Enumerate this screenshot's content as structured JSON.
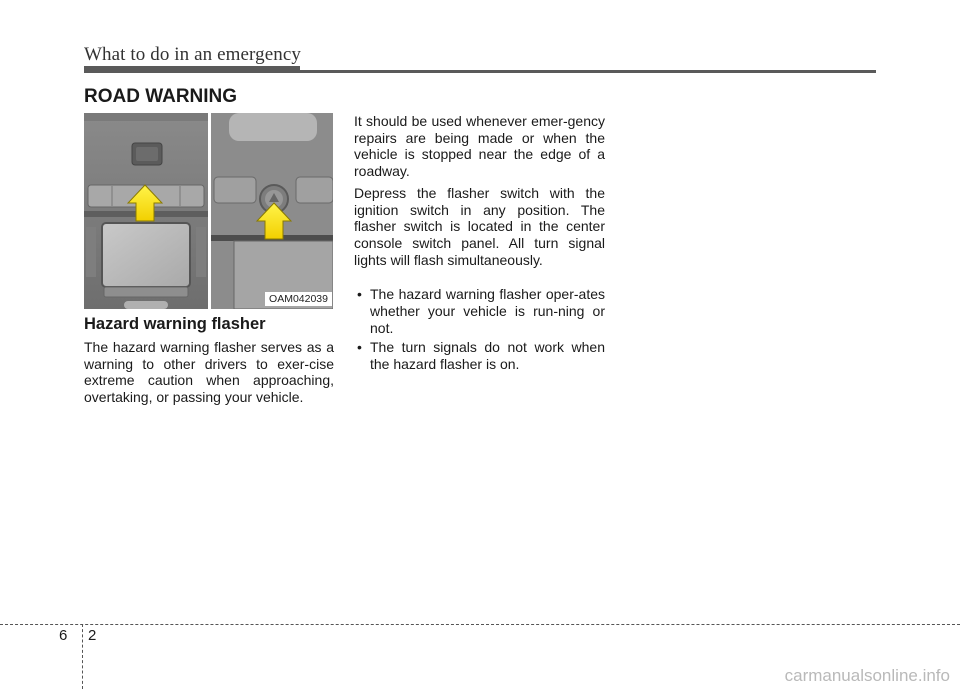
{
  "header": {
    "title": "What to do in an emergency",
    "section": "ROAD WARNING"
  },
  "figure": {
    "code": "OAM042039"
  },
  "left": {
    "subheading": "Hazard warning flasher",
    "paragraph": "The hazard warning flasher serves as a warning to other drivers to exer-cise extreme caution when approaching, overtaking, or passing your vehicle."
  },
  "right": {
    "paragraphs": [
      "It should be used whenever emer-gency repairs are being made or when the vehicle is stopped near the edge of a roadway.",
      "Depress the flasher switch with the ignition switch in any position. The flasher switch is located in the center console switch panel. All turn signal lights will flash simultaneously."
    ],
    "bullets": [
      "The hazard warning flasher oper-ates whether your vehicle is run-ning or not.",
      "The turn signals do not work when the hazard flasher is on."
    ]
  },
  "footer": {
    "chapter": "6",
    "page": "2",
    "watermark": "carmanualsonline.info"
  }
}
